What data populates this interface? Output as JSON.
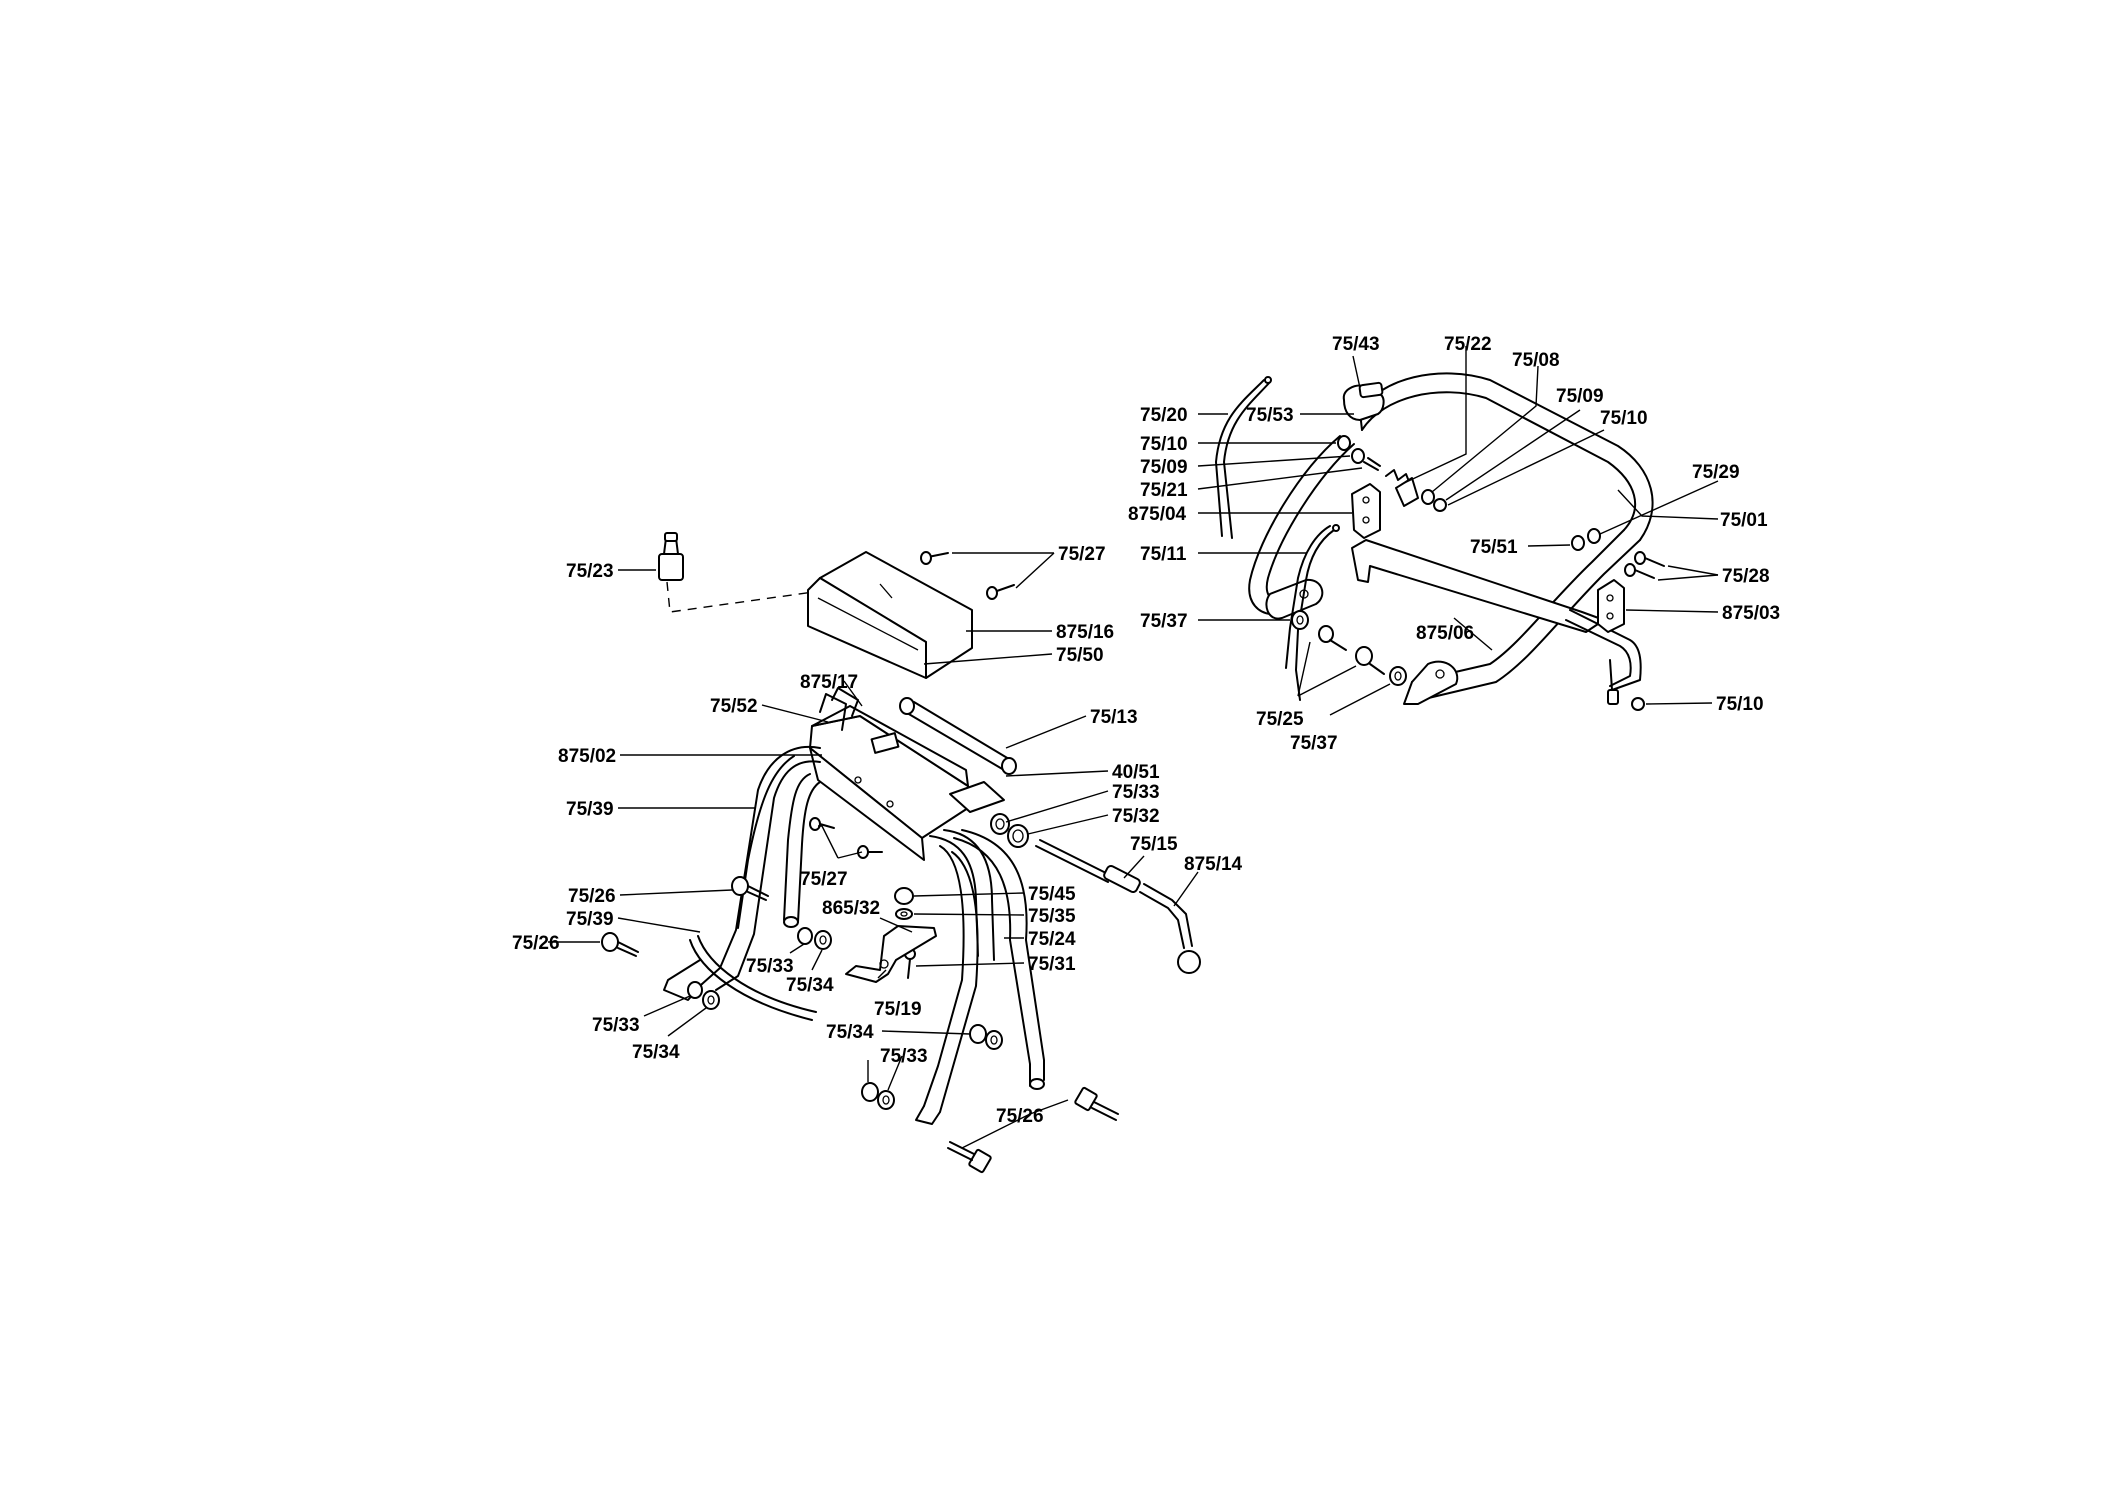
{
  "diagram": {
    "type": "exploded-parts-diagram",
    "callouts": [
      {
        "id": "c-75-23",
        "text": "75/23"
      },
      {
        "id": "c-75-27-top",
        "text": "75/27"
      },
      {
        "id": "c-875-16",
        "text": "875/16"
      },
      {
        "id": "c-75-50",
        "text": "75/50"
      },
      {
        "id": "c-875-17",
        "text": "875/17"
      },
      {
        "id": "c-75-52",
        "text": "75/52"
      },
      {
        "id": "c-75-13",
        "text": "75/13"
      },
      {
        "id": "c-875-02",
        "text": "875/02"
      },
      {
        "id": "c-40-51",
        "text": "40/51"
      },
      {
        "id": "c-75-39-a",
        "text": "75/39"
      },
      {
        "id": "c-75-33-a",
        "text": "75/33"
      },
      {
        "id": "c-75-32",
        "text": "75/32"
      },
      {
        "id": "c-75-27-mid",
        "text": "75/27"
      },
      {
        "id": "c-75-15",
        "text": "75/15"
      },
      {
        "id": "c-875-14",
        "text": "875/14"
      },
      {
        "id": "c-75-26-a",
        "text": "75/26"
      },
      {
        "id": "c-75-45",
        "text": "75/45"
      },
      {
        "id": "c-865-32",
        "text": "865/32"
      },
      {
        "id": "c-75-35",
        "text": "75/35"
      },
      {
        "id": "c-75-39-b",
        "text": "75/39"
      },
      {
        "id": "c-75-24",
        "text": "75/24"
      },
      {
        "id": "c-75-26-b",
        "text": "75/26"
      },
      {
        "id": "c-75-31",
        "text": "75/31"
      },
      {
        "id": "c-75-33-b",
        "text": "75/33"
      },
      {
        "id": "c-75-34-a",
        "text": "75/34"
      },
      {
        "id": "c-75-19",
        "text": "75/19"
      },
      {
        "id": "c-75-33-c",
        "text": "75/33"
      },
      {
        "id": "c-75-34-b",
        "text": "75/34"
      },
      {
        "id": "c-75-34-c",
        "text": "75/34"
      },
      {
        "id": "c-75-33-d",
        "text": "75/33"
      },
      {
        "id": "c-75-26-c",
        "text": "75/26"
      },
      {
        "id": "c-75-43",
        "text": "75/43"
      },
      {
        "id": "c-75-22",
        "text": "75/22"
      },
      {
        "id": "c-75-08",
        "text": "75/08"
      },
      {
        "id": "c-75-20",
        "text": "75/20"
      },
      {
        "id": "c-75-53",
        "text": "75/53"
      },
      {
        "id": "c-75-09-a",
        "text": "75/09"
      },
      {
        "id": "c-75-10-a",
        "text": "75/10"
      },
      {
        "id": "c-75-10-b",
        "text": "75/10"
      },
      {
        "id": "c-75-09-b",
        "text": "75/09"
      },
      {
        "id": "c-75-21",
        "text": "75/21"
      },
      {
        "id": "c-75-29",
        "text": "75/29"
      },
      {
        "id": "c-875-04",
        "text": "875/04"
      },
      {
        "id": "c-75-01",
        "text": "75/01"
      },
      {
        "id": "c-75-11",
        "text": "75/11"
      },
      {
        "id": "c-75-51",
        "text": "75/51"
      },
      {
        "id": "c-75-28",
        "text": "75/28"
      },
      {
        "id": "c-75-37-a",
        "text": "75/37"
      },
      {
        "id": "c-875-03",
        "text": "875/03"
      },
      {
        "id": "c-875-06",
        "text": "875/06"
      },
      {
        "id": "c-75-25",
        "text": "75/25"
      },
      {
        "id": "c-75-10-c",
        "text": "75/10"
      },
      {
        "id": "c-75-37-b",
        "text": "75/37"
      }
    ]
  }
}
